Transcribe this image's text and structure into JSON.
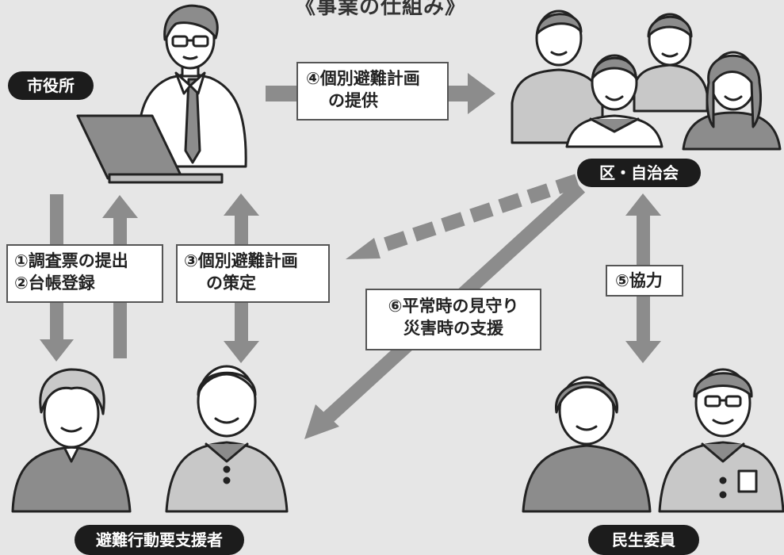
{
  "title": "《事業の仕組み》",
  "actors": {
    "city_office": "市役所",
    "district": "区・自治会",
    "supported_persons": "避難行動要支援者",
    "welfare_commissioners": "民生委員"
  },
  "flows": {
    "survey": {
      "line1": "①調査票の提出",
      "line2": "②台帳登録"
    },
    "plan_formulation": {
      "line1": "③個別避難計画",
      "line2": "の策定"
    },
    "plan_provision": {
      "line1": "④個別避難計画",
      "line2": "の提供"
    },
    "cooperation": {
      "line1": "⑤協力"
    },
    "watch_support": {
      "line1": "⑥平常時の見守り",
      "line2": "災害時の支援"
    }
  },
  "colors": {
    "background": "#e6e6e6",
    "arrow": "#8c8c8c",
    "pill": "#1c1c1c",
    "shirt_dark": "#8c8c8c",
    "shirt_light": "#c8c8c8"
  }
}
